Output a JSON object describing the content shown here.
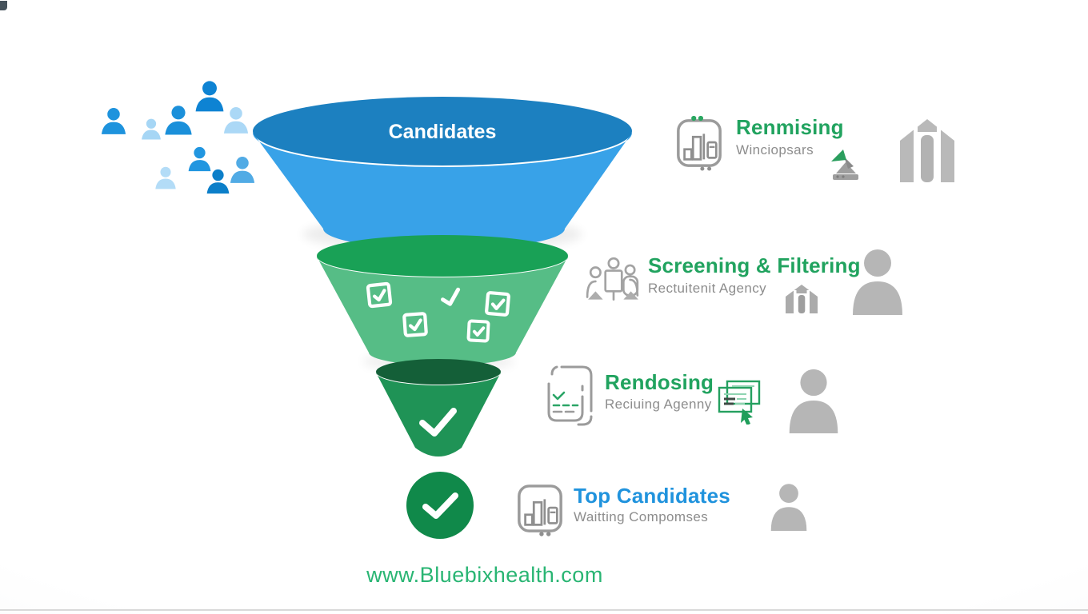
{
  "page": {
    "website": "www.Bluebixhealth.com",
    "website_color": "#29b573"
  },
  "crowd": {
    "people_colors": [
      "#1e93dd",
      "#a6d6f5",
      "#1b90da",
      "#0e83d3",
      "#abd8f6",
      "#b3dcf7",
      "#2196e0",
      "#0c7fc9",
      "#51abe5"
    ]
  },
  "funnel": {
    "stages": [
      {
        "label": "Candidates",
        "rim_color": "#1c80c0",
        "body_color": "#38a2e8",
        "label_color": "#ffffff",
        "decoration": "text"
      },
      {
        "label": "",
        "rim_color": "#19a156",
        "body_color": "#56bd86",
        "decoration": "checkboxes"
      },
      {
        "label": "",
        "rim_color": "#145f38",
        "body_color": "#1f9356",
        "decoration": "checkmark"
      },
      {
        "label": "",
        "rim_color": "#10894a",
        "body_color": "#10894a",
        "decoration": "checkmark"
      }
    ]
  },
  "rows": [
    {
      "title": "Renmising",
      "subtitle": "Winciopsars",
      "title_color": "#21a35f",
      "icons": [
        "bar-chart-badge-icon",
        "growth-arrow-icon",
        "building-icon"
      ]
    },
    {
      "title": "Screening & Filtering",
      "subtitle": "Rectuitenit Agency",
      "title_color": "#21a35f",
      "icons": [
        "people-group-icon",
        "house-icon",
        "person-silhouette-icon"
      ]
    },
    {
      "title": "Rendosing",
      "subtitle": "Reciuing Agenny",
      "title_color": "#21a35f",
      "icons": [
        "documents-icon",
        "form-cursor-icon",
        "person-silhouette-icon"
      ]
    },
    {
      "title": "Top Candidates",
      "subtitle": "Waitting Compomses",
      "title_color": "#2093dd",
      "icons": [
        "bar-chart-badge-icon",
        "person-silhouette-icon"
      ]
    }
  ]
}
